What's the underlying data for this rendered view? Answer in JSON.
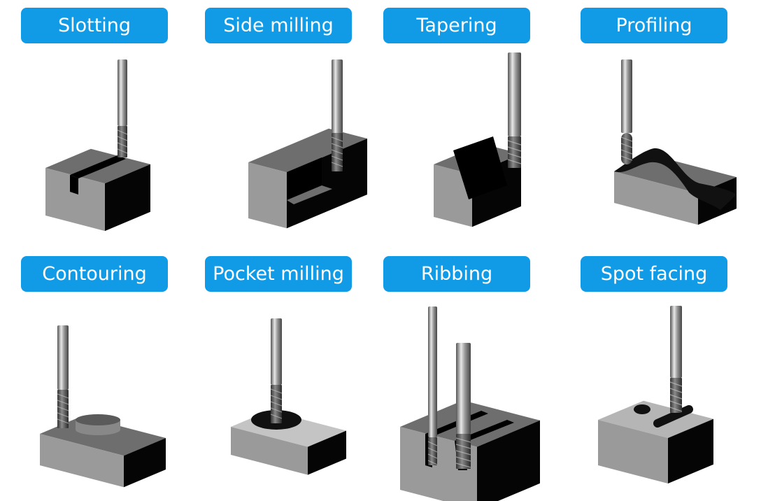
{
  "accent_color": "#119be6",
  "operations": [
    {
      "label": "Slotting",
      "icon": "slotting-illustration"
    },
    {
      "label": "Side milling",
      "icon": "side-milling-illustration"
    },
    {
      "label": "Tapering",
      "icon": "tapering-illustration"
    },
    {
      "label": "Profiling",
      "icon": "profiling-illustration"
    },
    {
      "label": "Contouring",
      "icon": "contouring-illustration"
    },
    {
      "label": "Pocket milling",
      "icon": "pocket-milling-illustration"
    },
    {
      "label": "Ribbing",
      "icon": "ribbing-illustration"
    },
    {
      "label": "Spot facing",
      "icon": "spot-facing-illustration"
    }
  ]
}
